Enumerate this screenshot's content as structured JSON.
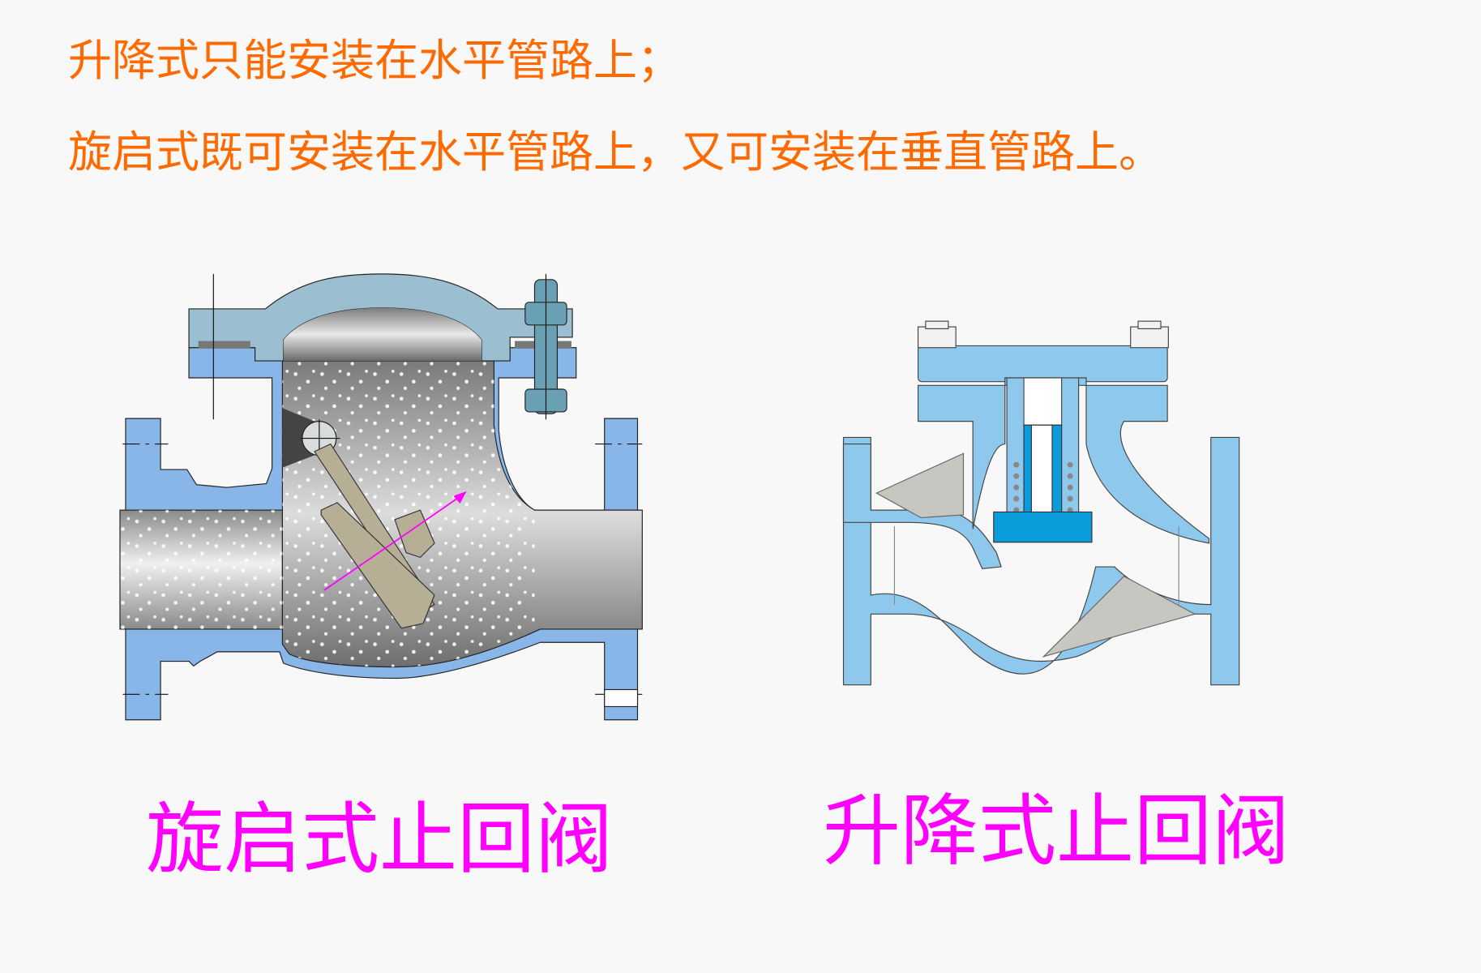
{
  "notes": {
    "line1": "升降式只能安装在水平管路上；",
    "line2": "旋启式既可安装在水平管路上，又可安装在垂直管路上。"
  },
  "captions": {
    "swing": "旋启式止回阀",
    "lift": "升降式止回阀"
  },
  "colors": {
    "background": "#f8f8f8",
    "note_text": "#ff6a00",
    "caption_text": "#ff00ff",
    "swing_body": "#88b6e8",
    "swing_bonnet": "#9bbfd0",
    "swing_bolt": "#6aa0b4",
    "swing_disc": "#b7ae96",
    "flow_arrow": "#ff00ff",
    "lift_body": "#8ec8ec",
    "lift_disc": "#0b9ddb",
    "lift_web": "#c8c6c0"
  }
}
